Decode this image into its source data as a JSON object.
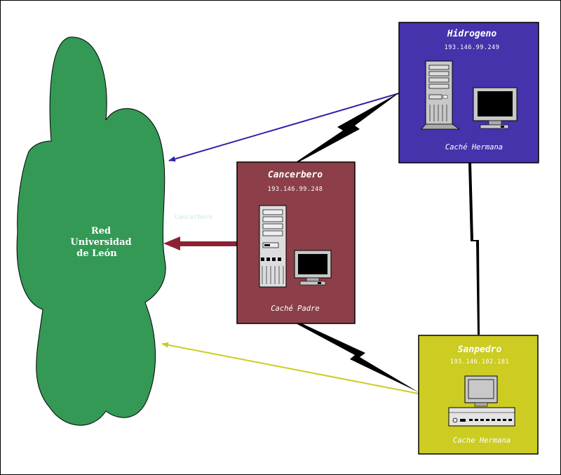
{
  "cloud": {
    "lines": [
      "Red",
      "Universidad",
      "de León"
    ],
    "color": "#339955"
  },
  "ghost_text": "Cancerbero",
  "nodes": {
    "hidrogeno": {
      "title": "Hidrogeno",
      "ip": "193.146.99.249",
      "role": "Caché Hermana",
      "color": "#4433aa",
      "text_color": "#ffffff"
    },
    "cancerbero": {
      "title": "Cancerbero",
      "ip": "193.146.99.248",
      "role": "Caché Padre",
      "color": "#8c3f48",
      "text_color": "#ffffff"
    },
    "sanpedro": {
      "title": "Sanpedro",
      "ip": "193.146.102.181",
      "role": "Cache Hermana",
      "color": "#cccc22",
      "text_color": "#ffffff"
    }
  },
  "arrows": {
    "hidrogeno_color": "#3322aa",
    "cancerbero_color": "#8c2233",
    "sanpedro_color": "#cccc22"
  }
}
